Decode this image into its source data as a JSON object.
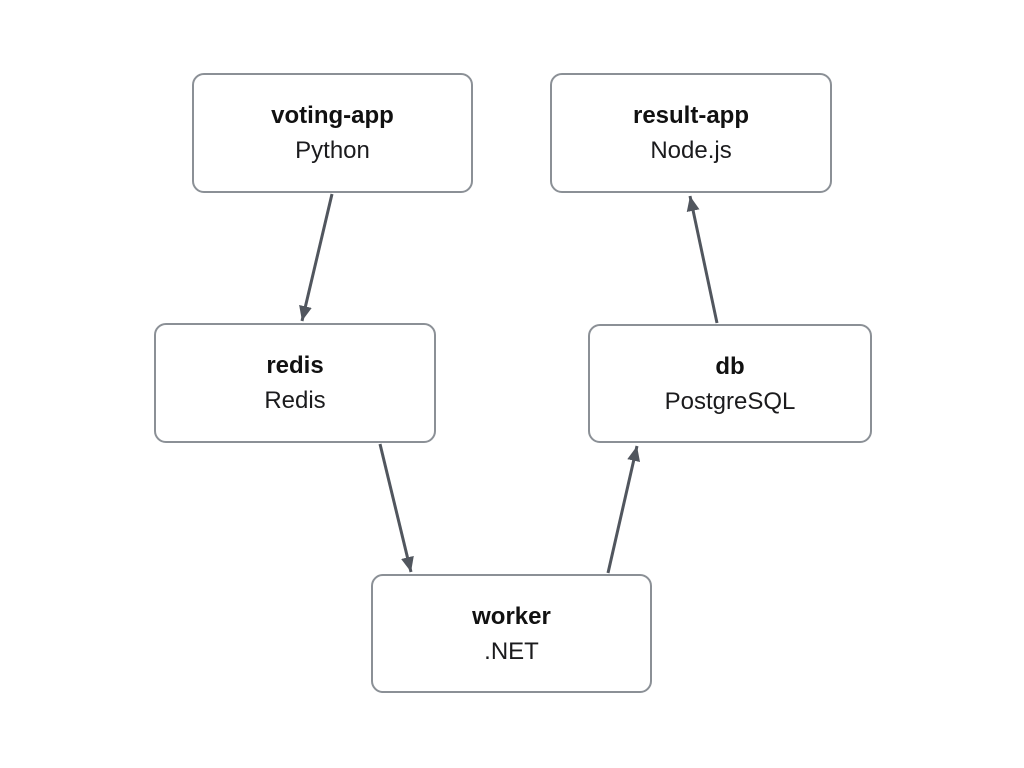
{
  "diagram": {
    "nodes": [
      {
        "id": "voting-app",
        "title": "voting-app",
        "subtitle": "Python"
      },
      {
        "id": "result-app",
        "title": "result-app",
        "subtitle": "Node.js"
      },
      {
        "id": "redis",
        "title": "redis",
        "subtitle": "Redis"
      },
      {
        "id": "db",
        "title": "db",
        "subtitle": "PostgreSQL"
      },
      {
        "id": "worker",
        "title": "worker",
        "subtitle": ".NET"
      }
    ],
    "edges": [
      {
        "from": "voting-app",
        "to": "redis"
      },
      {
        "from": "redis",
        "to": "worker"
      },
      {
        "from": "worker",
        "to": "db"
      },
      {
        "from": "db",
        "to": "result-app"
      }
    ],
    "colors": {
      "node_fill": "#ffffff",
      "node_border": "#8b9096",
      "arrow": "#51565e",
      "text": "#111111",
      "background": "#ffffff"
    }
  }
}
